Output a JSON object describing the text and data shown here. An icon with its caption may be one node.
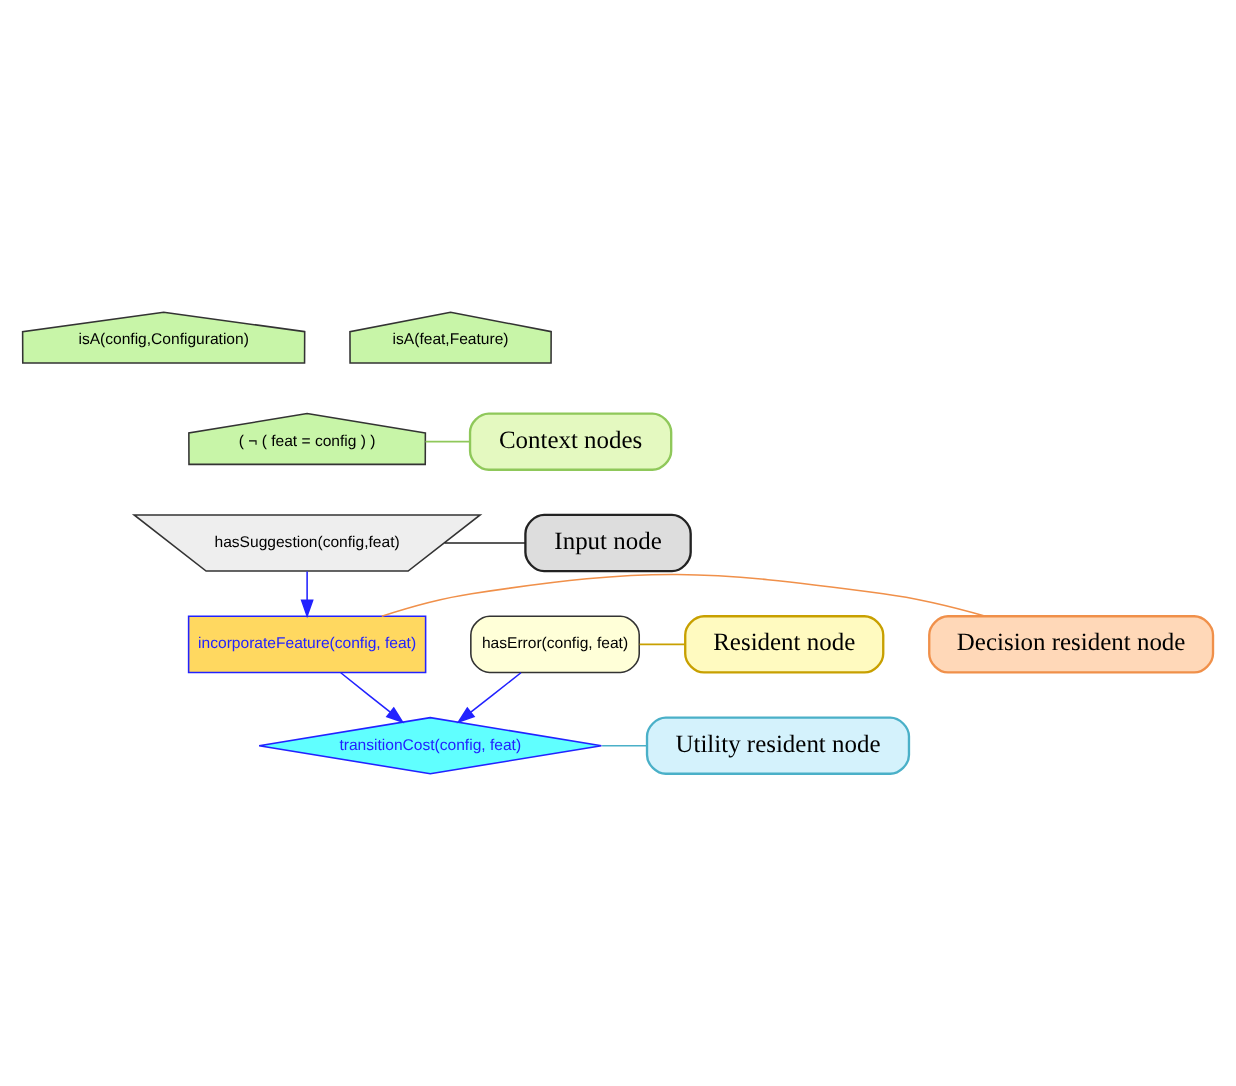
{
  "diagram": {
    "nodes": [
      {
        "text": [
          "isA(config,Configuration)"
        ]
      },
      {
        "text": [
          "isA(feat,Feature)"
        ]
      },
      {
        "text": [
          "( ¬ ( feat = config ) )"
        ]
      },
      {
        "text": [
          "Context nodes"
        ]
      },
      {
        "text": [
          "hasSuggestion(config,feat)"
        ]
      },
      {
        "text": [
          "Input node"
        ]
      },
      {
        "text": [
          "Decision resident node"
        ]
      },
      {
        "text": [
          "incorporateFeature(config, feat)"
        ]
      },
      {
        "text": [
          "Utility resident node"
        ]
      },
      {
        "text": [
          "Resident node"
        ]
      },
      {
        "text": [
          "transitionCost(config, feat)"
        ]
      },
      {
        "text": [
          "hasError(config, feat)"
        ]
      }
    ],
    "edges": [
      {
        "from": 3,
        "to": 2,
        "arrow": "none",
        "color": "#8fc85a"
      },
      {
        "from": 5,
        "to": 4,
        "arrow": "none",
        "color": "#222222"
      },
      {
        "from": 4,
        "to": 7,
        "arrow": "to",
        "color": "#2222ff"
      },
      {
        "from": 6,
        "to": 7,
        "arrow": "none",
        "color": "#f0904a"
      },
      {
        "from": 8,
        "to": 10,
        "arrow": "none",
        "color": "#4ab0c8"
      },
      {
        "from": 7,
        "to": 10,
        "arrow": "to",
        "color": "#2222ff"
      },
      {
        "from": 9,
        "to": 11,
        "arrow": "none",
        "color": "#c8a000"
      },
      {
        "from": 11,
        "to": 10,
        "arrow": "to",
        "color": "#2222ff"
      }
    ]
  }
}
